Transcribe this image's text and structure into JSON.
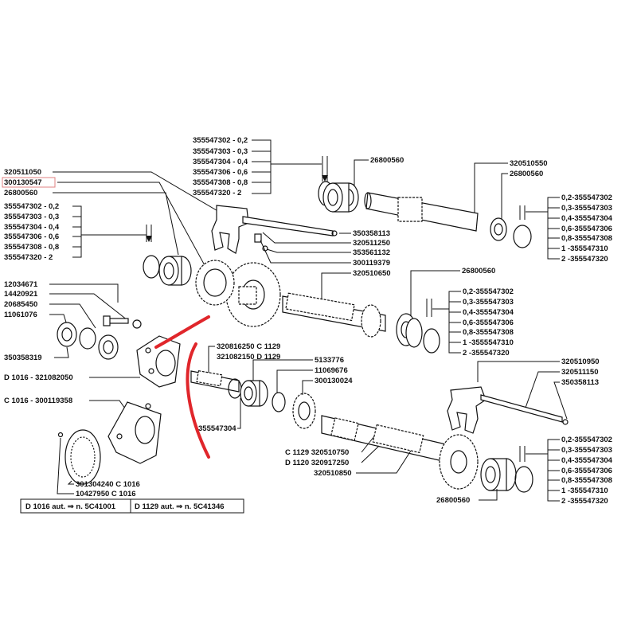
{
  "labels": {
    "l_355547302_top": "355547302 - 0,2",
    "l_355547303_top": "355547303 - 0,3",
    "l_355547304_top": "355547304 - 0,4",
    "l_355547306_top": "355547306 - 0,6",
    "l_355547308_top": "355547308 - 0,8",
    "l_355547320_top": "355547320 - 2",
    "l_26800560_a": "26800560",
    "l_320510550": "320510550",
    "l_26800560_b": "26800560",
    "l_320511050": "320511050",
    "l_300130547": "300130547",
    "l_26800560_c": "26800560",
    "l_355547302_left": "355547302 - 0,2",
    "l_355547303_left": "355547303 - 0,3",
    "l_355547304_left": "355547304 - 0,4",
    "l_355547306_left": "355547306 - 0,6",
    "l_355547308_left": "355547308 - 0,8",
    "l_355547320_left": "355547320 - 2",
    "r1_0": "0,2-355547302",
    "r1_1": "0,3-355547303",
    "r1_2": "0,4-355547304",
    "r1_3": "0,6-355547306",
    "r1_4": "0,8-355547308",
    "r1_5": "1   -355547310",
    "r1_6": "2   -355547320",
    "l_350358113_a": "350358113",
    "l_320511250": "320511250",
    "l_353561132": "353561132",
    "l_300119379": "300119379",
    "l_320510650": "320510650",
    "l_26800560_d": "26800560",
    "r2_0": "0,2-355547302",
    "r2_1": "0,3-355547303",
    "r2_2": "0,4-355547304",
    "r2_3": "0,6-355547306",
    "r2_4": "0,8-355547308",
    "r2_5": "1   -3555547310",
    "r2_6": "2   -355547320",
    "l_12034671": "12034671",
    "l_14420921": "14420921",
    "l_20685450": "20685450",
    "l_11061076": "11061076",
    "l_350358319": "350358319",
    "l_320816250": "320816250  C 1129",
    "l_321082150": "321082150  D 1129",
    "l_d1016_321082050": "D 1016 - 321082050",
    "l_5133776": "5133776",
    "l_11069676": "11069676",
    "l_300130024": "300130024",
    "l_c1016_300119358": "C 1016 - 300119358",
    "l_355547304_low": "355547304",
    "l_320510950": "320510950",
    "l_320511150": "320511150",
    "l_350358113_b": "350358113",
    "l_c1129_320510750": "C 1129  320510750",
    "l_d1120_320917250": "D 1120  320917250",
    "l_320510850": "320510850",
    "r3_0": "0,2-355547302",
    "r3_1": "0,3-355547303",
    "r3_2": "0,4-355547304",
    "r3_3": "0,6-355547306",
    "r3_4": "0,8-355547308",
    "r3_5": "1   -355547310",
    "r3_6": "2   -355547320",
    "l_26800560_e": "26800560",
    "l_301304240": "301304240  C 1016",
    "l_10427950": "10427950  C 1016",
    "footer_d1016": "D 1016  aut. ⇒ n. 5C41001",
    "footer_d1129": "D 1129  aut. ⇒ n. 5C41346"
  },
  "colors": {
    "annotation_arrow": "#e0262b",
    "highlight_box": "#e08080",
    "ink": "#111111"
  },
  "icons": {
    "arrow": "red-curved-arrow"
  }
}
